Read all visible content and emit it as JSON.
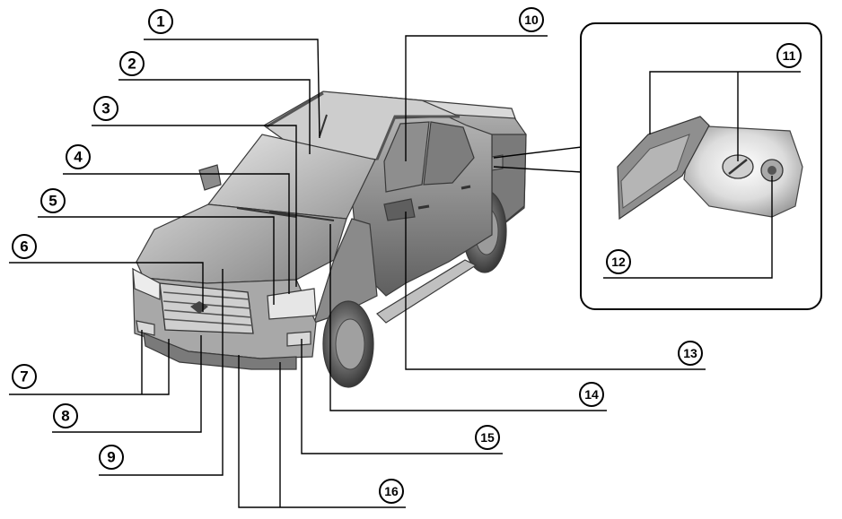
{
  "callouts": [
    {
      "id": "1",
      "label": "1"
    },
    {
      "id": "2",
      "label": "2"
    },
    {
      "id": "3",
      "label": "3"
    },
    {
      "id": "4",
      "label": "4"
    },
    {
      "id": "5",
      "label": "5"
    },
    {
      "id": "6",
      "label": "6"
    },
    {
      "id": "7",
      "label": "7"
    },
    {
      "id": "8",
      "label": "8"
    },
    {
      "id": "9",
      "label": "9"
    },
    {
      "id": "10",
      "label": "10"
    },
    {
      "id": "11",
      "label": "11"
    },
    {
      "id": "12",
      "label": "12"
    },
    {
      "id": "13",
      "label": "13"
    },
    {
      "id": "14",
      "label": "14"
    },
    {
      "id": "15",
      "label": "15"
    },
    {
      "id": "16",
      "label": "16"
    }
  ],
  "colors": {
    "ink": "#000000",
    "body_light": "#c9c9c9",
    "body_mid": "#9e9e9e",
    "body_dark": "#5c5c5c",
    "tire": "#3d3d3d",
    "background": "#ffffff"
  },
  "illustration": {
    "subject": "pickup-truck-exterior",
    "inset": "fuel-filler-door-detail"
  }
}
